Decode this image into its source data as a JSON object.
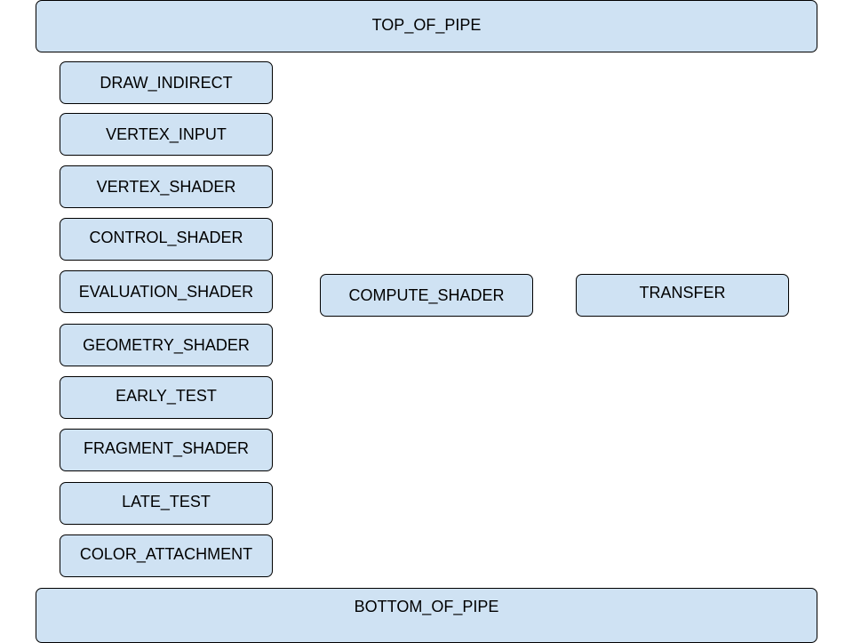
{
  "pipeline": {
    "top": "TOP_OF_PIPE",
    "bottom": "BOTTOM_OF_PIPE",
    "graphics_stages": [
      "DRAW_INDIRECT",
      "VERTEX_INPUT",
      "VERTEX_SHADER",
      "CONTROL_SHADER",
      "EVALUATION_SHADER",
      "GEOMETRY_SHADER",
      "EARLY_TEST",
      "FRAGMENT_SHADER",
      "LATE_TEST",
      "COLOR_ATTACHMENT"
    ],
    "compute": "COMPUTE_SHADER",
    "transfer": "TRANSFER"
  },
  "colors": {
    "box_fill": "#cfe2f3",
    "box_border": "#000000",
    "text": "#000000"
  }
}
